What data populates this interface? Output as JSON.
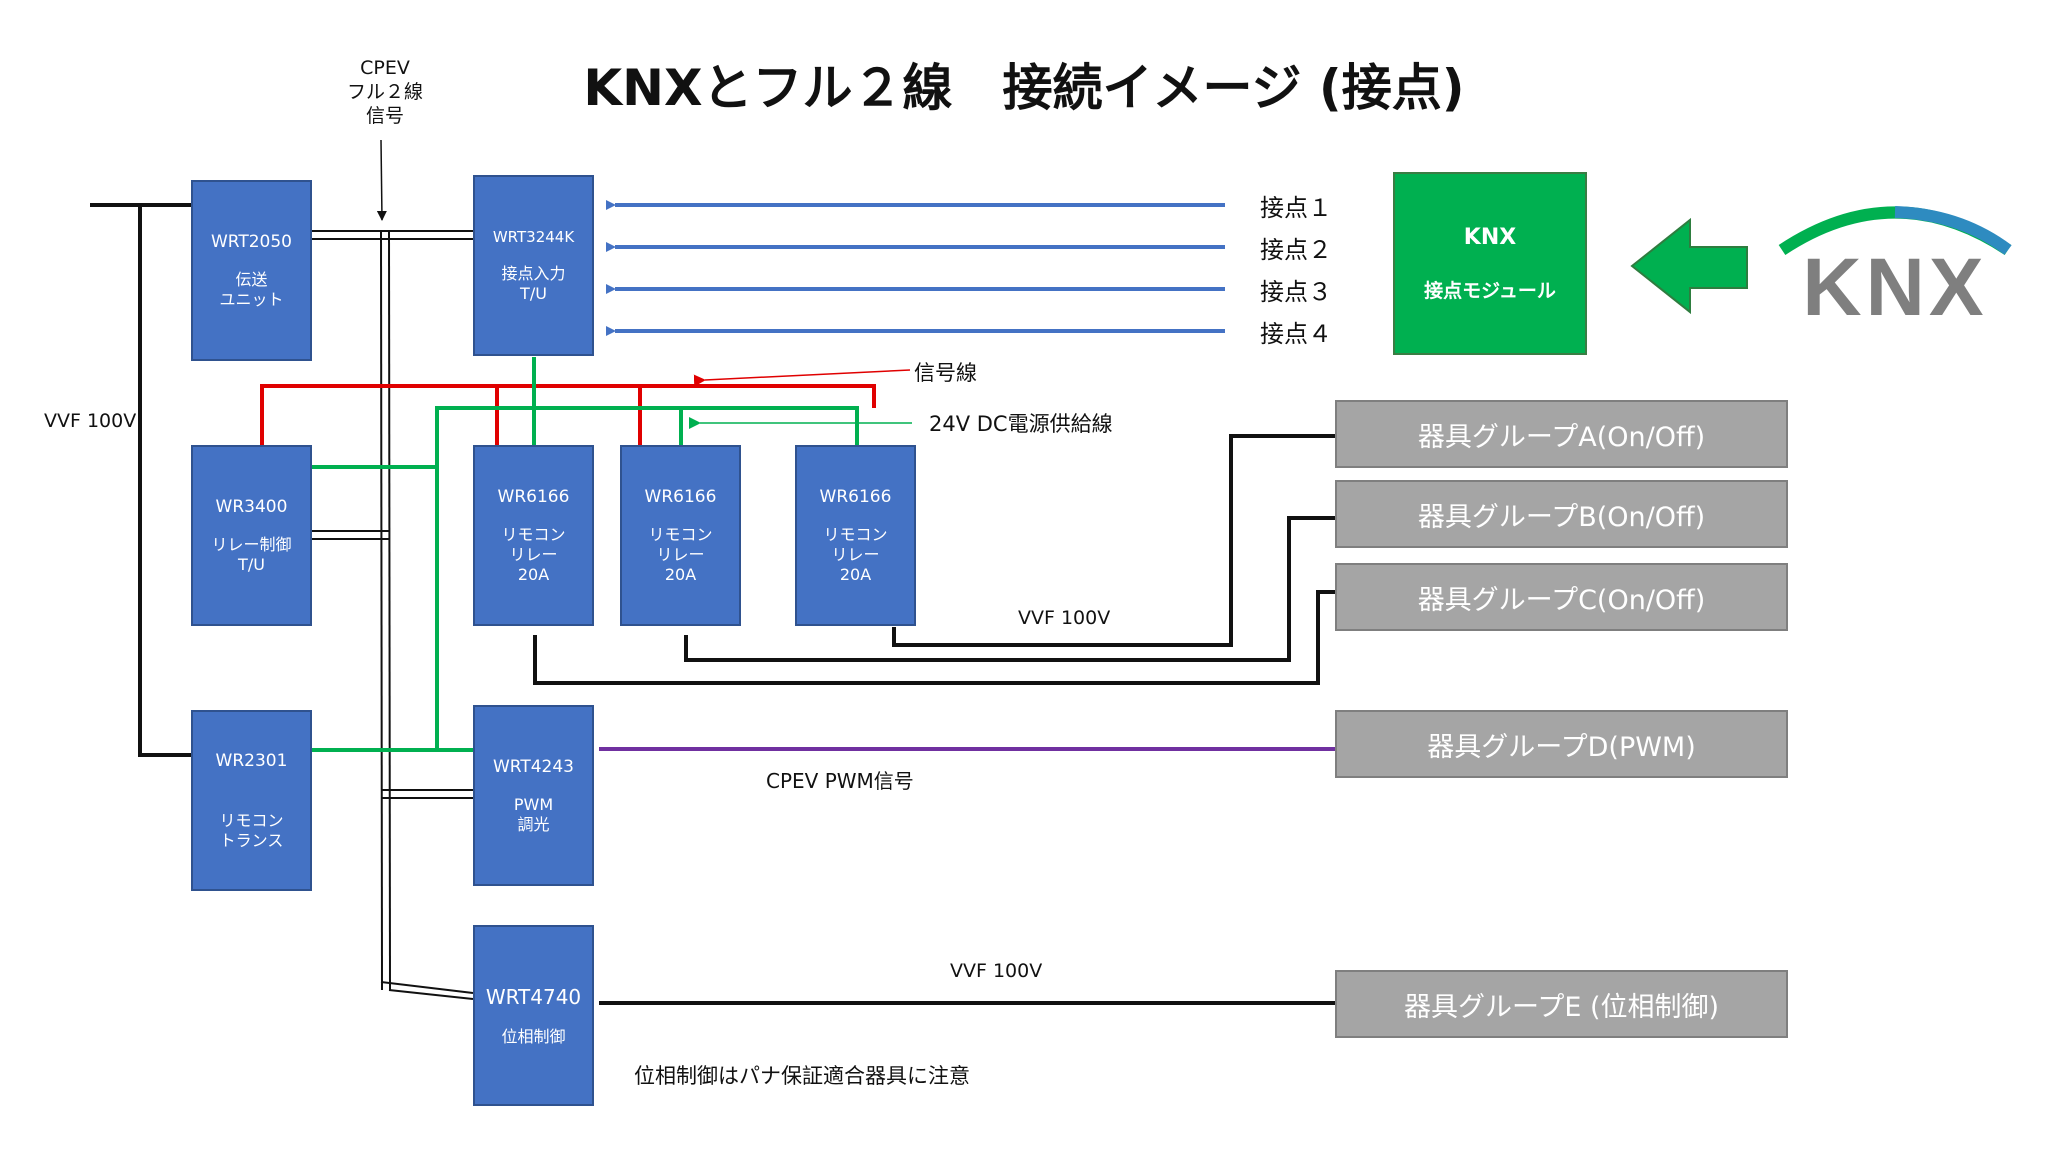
{
  "title": "KNXとフル２線　接続イメージ (接点)",
  "labels": {
    "cpev_line1": "CPEV",
    "cpev_line2": "フル２線",
    "cpev_line3": "信号",
    "vvf_left": "VVF 100V",
    "signal_line": "信号線",
    "dc_line": "24V DC電源供給線",
    "vvf_mid": "VVF 100V",
    "cpev_pwm": "CPEV PWM信号",
    "vvf_bottom": "VVF 100V",
    "note": "位相制御はパナ保証適合器具に注意"
  },
  "contacts": [
    "接点１",
    "接点２",
    "接点３",
    "接点４"
  ],
  "units": {
    "wrt2050": {
      "name": "WRT2050",
      "desc": "伝送\nユニット"
    },
    "wrt3244k": {
      "name": "WRT3244K",
      "desc": "接点入力\nT/U"
    },
    "wr3400": {
      "name": "WR3400",
      "desc": "リレー制御\nT/U"
    },
    "wr6166a": {
      "name": "WR6166",
      "desc": "リモコン\nリレー\n20A"
    },
    "wr6166b": {
      "name": "WR6166",
      "desc": "リモコン\nリレー\n20A"
    },
    "wr6166c": {
      "name": "WR6166",
      "desc": "リモコン\nリレー\n20A"
    },
    "wr2301": {
      "name": "WR2301",
      "desc": "リモコン\nトランス"
    },
    "wrt4243": {
      "name": "WRT4243",
      "desc": "PWM\n調光"
    },
    "wrt4740": {
      "name": "WRT4740",
      "desc": "位相制御"
    }
  },
  "groups": {
    "a": "器具グループA(On/Off)",
    "b": "器具グループB(On/Off)",
    "c": "器具グループC(On/Off)",
    "d": "器具グループD(PWM)",
    "e": "器具グループE (位相制御)"
  },
  "knx_module": {
    "line1": "KNX",
    "line2": "接点モジュール"
  },
  "knx_logo": "KNX",
  "colors": {
    "unit_blue": "#4472c4",
    "group_gray": "#a5a5a5",
    "knx_green": "#00b050",
    "signal_red": "#e00000",
    "dc_green": "#00b050",
    "contact_blue": "#4472c4",
    "pwm_purple": "#7030a0",
    "logo_gray": "#7f7f7f",
    "logo_blue": "#2e8bc0"
  }
}
